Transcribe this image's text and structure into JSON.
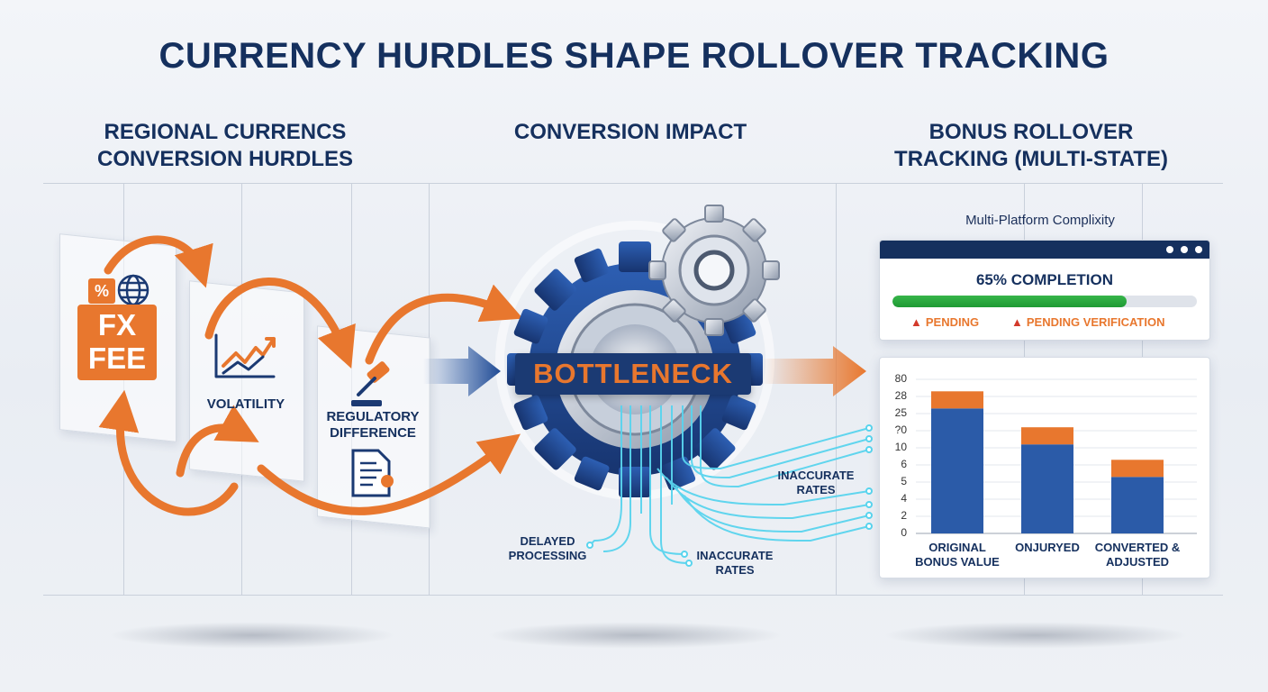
{
  "title": "CURRENCY HURDLES SHAPE ROLLOVER TRACKING",
  "columns": {
    "left": [
      "REGIONAL CURRENCS",
      "CONVERSION HURDLES"
    ],
    "middle": [
      "CONVERSION IMPACT"
    ],
    "right": [
      "BONUS ROLLOVER",
      "TRACKING (MULTI-STATE)"
    ]
  },
  "hurdles": {
    "fx_badge": "%",
    "fx_lines": [
      "FX",
      "FEE"
    ],
    "volatility": "VOLATILITY",
    "regulatory": [
      "REGULATORY",
      "DIFFERENCE"
    ]
  },
  "impact": {
    "bottleneck": "BOTTLENECK",
    "delayed": [
      "DELAYED",
      "PROCESSING"
    ],
    "inaccurate_bottom": [
      "INACCURATE",
      "RATES"
    ],
    "inaccurate_right": [
      "INACCURATE",
      "RATES"
    ]
  },
  "tracking": {
    "complexity": "Multi-Platform Complixity",
    "completion_text": "65% COMPLETION",
    "progress": 0.77,
    "pending_1": "PENDING",
    "pending_2": "PENDING VERIFICATION"
  },
  "chart_data": {
    "type": "bar",
    "stacked": true,
    "y_tick_labels": [
      "0",
      "2",
      "4",
      "5",
      "6",
      "10",
      "?0",
      "25",
      "28",
      "80"
    ],
    "categories": [
      [
        "ORIGINAL",
        "BONUS VALUE"
      ],
      [
        "ONJURYED"
      ],
      [
        "CONVERTED &",
        "ADJUSTED"
      ]
    ],
    "series": [
      {
        "color": "#2b5ba8",
        "values_in_tick_steps": [
          7.3,
          5.2,
          3.3
        ]
      },
      {
        "color": "#e8772e",
        "values_in_tick_steps": [
          1.0,
          1.0,
          1.0
        ]
      }
    ]
  },
  "colors": {
    "navy": "#15305e",
    "orange": "#e8772e",
    "blue": "#2b5ba8",
    "green": "#2fae44",
    "cyan": "#59d4ee"
  }
}
